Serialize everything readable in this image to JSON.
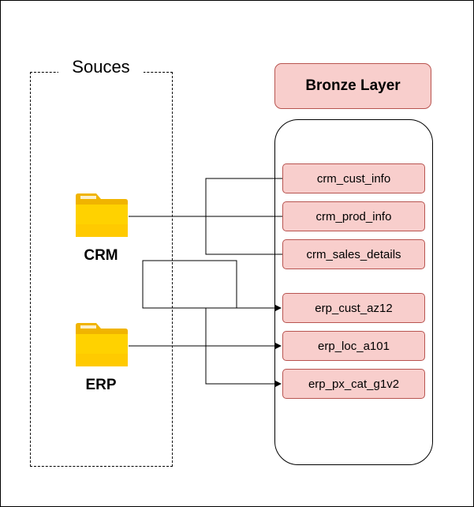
{
  "sources": {
    "title": "Souces",
    "crm_label": "CRM",
    "erp_label": "ERP"
  },
  "bronze": {
    "title": "Bronze Layer",
    "tables": [
      "crm_cust_info",
      "crm_prod_info",
      "crm_sales_details",
      "erp_cust_az12",
      "erp_loc_a101",
      "erp_px_cat_g1v2"
    ]
  },
  "colors": {
    "box_fill": "#f8cecc",
    "box_stroke": "#b85450",
    "folder_front": "#ffd200",
    "folder_back": "#f0b400"
  },
  "icons": [
    "folder-icon",
    "folder-icon"
  ]
}
